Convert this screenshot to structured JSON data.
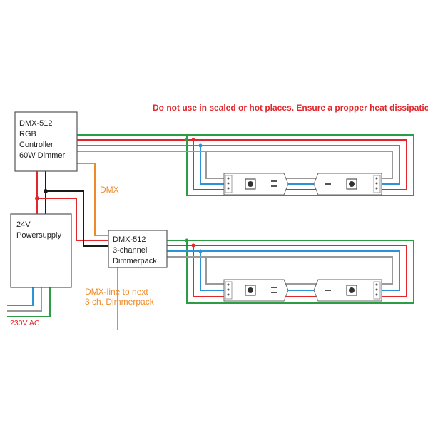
{
  "warning_text": "Do not use in sealed or hot places. Ensure a propper heat dissipation",
  "controller": {
    "lines": [
      "DMX-512",
      "RGB",
      "Controller",
      "60W Dimmer"
    ]
  },
  "power_supply": {
    "lines": [
      "24V",
      "Powersupply"
    ]
  },
  "dimmerpack": {
    "lines": [
      "DMX-512",
      "3-channel",
      "Dimmerpack"
    ]
  },
  "dmx_label": "DMX",
  "dmx_next_label": {
    "lines": [
      "DMX-line to next",
      "3 ch. Dimmerpack"
    ]
  },
  "ac_label": "230V AC",
  "colors": {
    "green": "#2e9b45",
    "red": "#e3262b",
    "blue": "#2b93d6",
    "gray": "#9a9a9a",
    "black": "#1a1a1a",
    "orange": "#ef8a2a"
  }
}
